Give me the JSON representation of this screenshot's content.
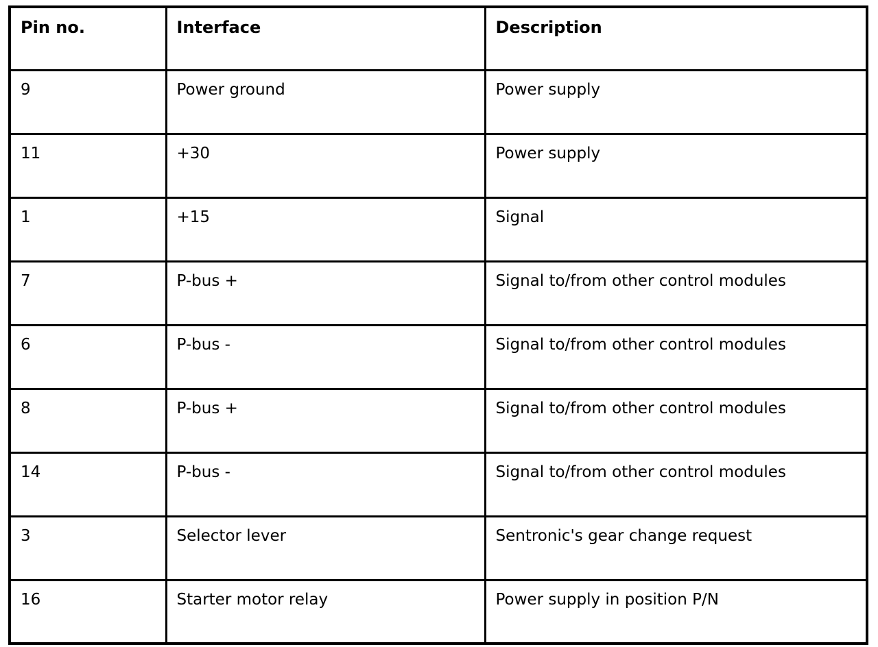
{
  "pin_table": {
    "headers": {
      "pin": "Pin no.",
      "interface": "Interface",
      "description": "Description"
    },
    "rows": [
      {
        "pin": "9",
        "interface": "Power ground",
        "description": "Power supply"
      },
      {
        "pin": "11",
        "interface": "+30",
        "description": "Power supply"
      },
      {
        "pin": "1",
        "interface": "+15",
        "description": "Signal"
      },
      {
        "pin": "7",
        "interface": "P-bus +",
        "description": "Signal to/from other control modules"
      },
      {
        "pin": "6",
        "interface": "P-bus -",
        "description": "Signal to/from other control modules"
      },
      {
        "pin": "8",
        "interface": "P-bus +",
        "description": "Signal to/from other control modules"
      },
      {
        "pin": "14",
        "interface": "P-bus -",
        "description": "Signal to/from other control modules"
      },
      {
        "pin": "3",
        "interface": "Selector lever",
        "description": "Sentronic's gear change request"
      },
      {
        "pin": "16",
        "interface": "Starter motor relay",
        "description": "Power supply in position P/N"
      }
    ],
    "colors": {
      "border": "#000000",
      "text": "#000000",
      "background": "#ffffff"
    }
  }
}
